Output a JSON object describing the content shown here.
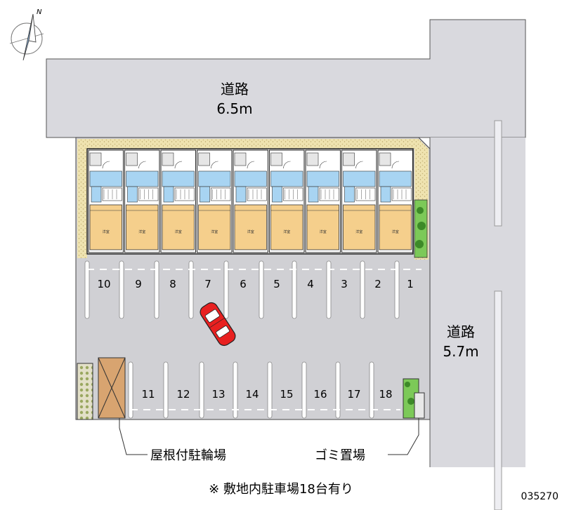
{
  "compass": {
    "north_label": "N"
  },
  "roads": {
    "top": {
      "name": "道路",
      "width": "6.5m"
    },
    "right": {
      "name": "道路",
      "width": "5.7m"
    }
  },
  "parking": {
    "row_top": [
      "10",
      "9",
      "8",
      "7",
      "6",
      "5",
      "4",
      "3",
      "2",
      "1"
    ],
    "row_bottom": [
      "11",
      "12",
      "13",
      "14",
      "15",
      "16",
      "17",
      "18"
    ]
  },
  "units": {
    "room_label": "洋室"
  },
  "labels": {
    "bicycle": "屋根付駐輪場",
    "garbage": "ゴミ置場"
  },
  "footer": {
    "note": "※ 敷地内駐車場18台有り",
    "code": "035270"
  },
  "colors": {
    "road": "#d9d9de",
    "lot": "#d0d0d4",
    "bath": "#a8d4f2",
    "room": "#f5cf8c",
    "greenery": "#6fbf4a",
    "car": "#e82020"
  }
}
